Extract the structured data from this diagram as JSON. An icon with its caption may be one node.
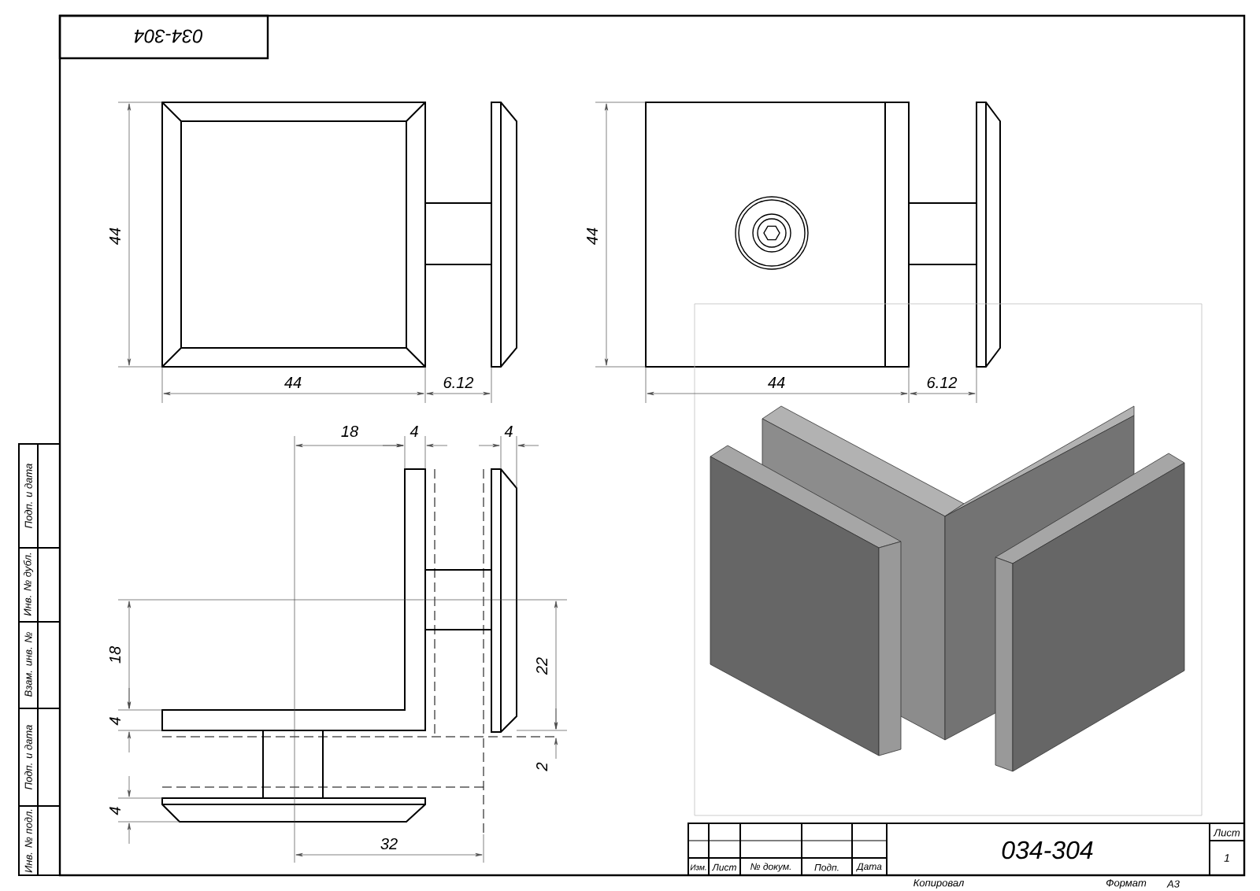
{
  "diagram": {
    "labels": [
      "034-304",
      "44",
      "44",
      "44",
      "6.12",
      "44",
      "6.12",
      "18",
      "4",
      "4",
      "18",
      "22",
      "4",
      "2",
      "4",
      "32",
      "Подп. и дата",
      "Инв. № дубл.",
      "Взам. инв. №",
      "Подп. и дата",
      "Инв. № подл.",
      "034-304",
      "Лист",
      "1",
      "Изм.",
      "Лист",
      "№ докум.",
      "Подп.",
      "Дата",
      "Копировал",
      "Формат",
      "А3"
    ]
  }
}
